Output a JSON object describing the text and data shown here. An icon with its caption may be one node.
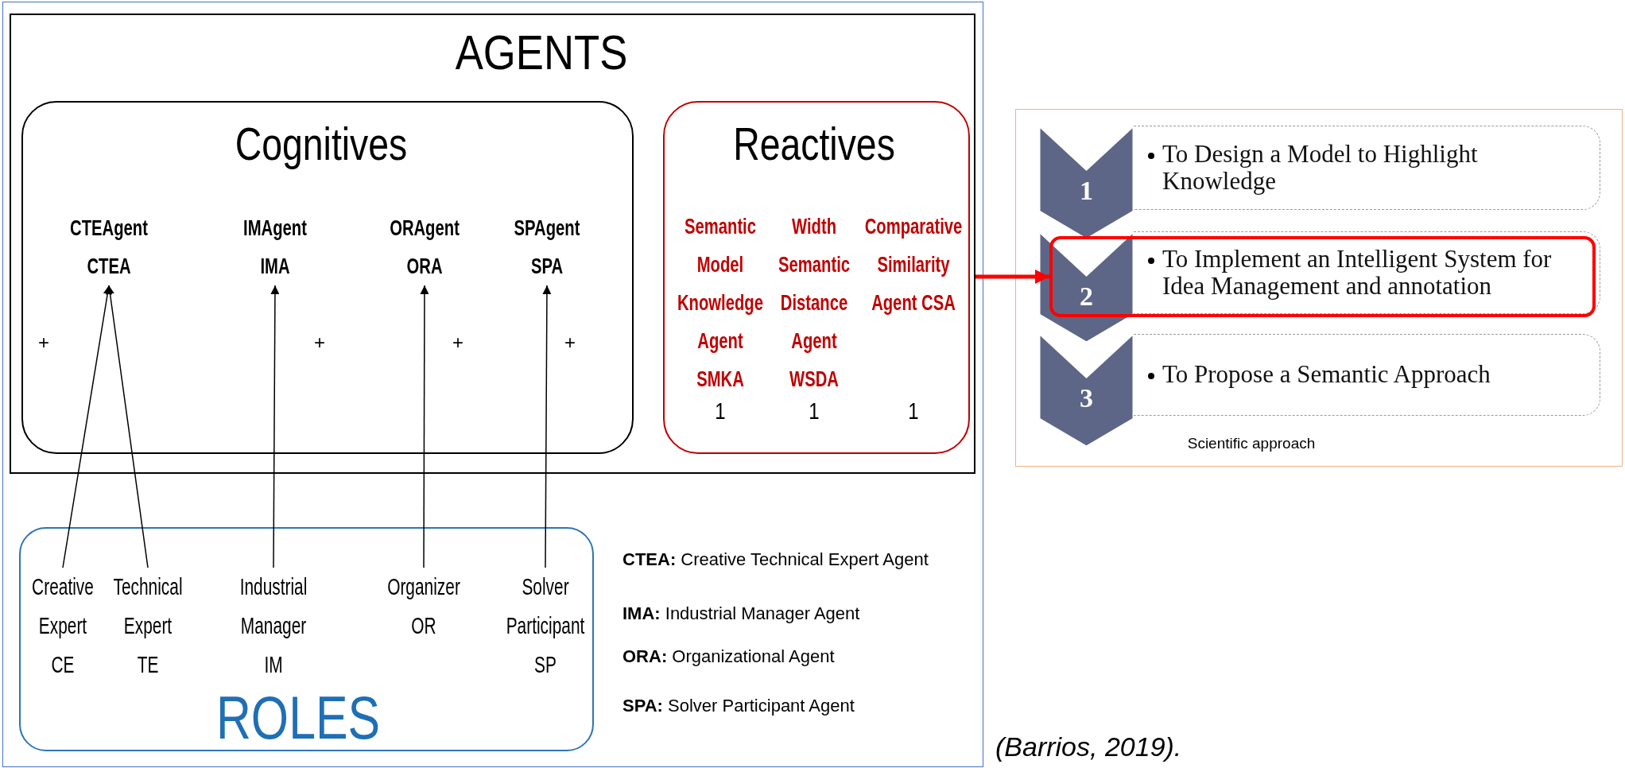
{
  "diagram": {
    "nodes": [
      {
        "text": [
          "AGENTS"
        ]
      },
      {
        "text": [
          "Cognitives"
        ],
        "in": 0
      },
      {
        "text": [
          "CTEAgent CTEA"
        ],
        "in": 1
      },
      {
        "text": [
          "IMAgent IMA"
        ],
        "in": 1
      },
      {
        "text": [
          "ORAgent ORA"
        ],
        "in": 1
      },
      {
        "text": [
          "SPAgent SPA"
        ],
        "in": 1
      },
      {
        "text": [
          "Reactives",
          "Semantic Model Knowledge Agent SMKA",
          "Width Semantic Distance Agent WSDA",
          "Comparative Similarity Agent CSA",
          "1",
          "1",
          "1"
        ],
        "in": 0
      },
      {
        "text": [
          "ROLES"
        ]
      },
      {
        "text": [
          "Creative Expert CE"
        ],
        "in": 7
      },
      {
        "text": [
          "Technical Expert TE"
        ],
        "in": 7
      },
      {
        "text": [
          "Industrial Manager IM"
        ],
        "in": 7
      },
      {
        "text": [
          "Organizer OR"
        ],
        "in": 7
      },
      {
        "text": [
          "Solver Participant SP"
        ],
        "in": 7
      },
      {
        "text": [
          "Scientific approach"
        ]
      },
      {
        "text": [
          "1"
        ],
        "in": 13
      },
      {
        "text": [
          "To Design a Model to Highlight Knowledge"
        ],
        "in": 13
      },
      {
        "text": [],
        "shape": "box",
        "in": 13
      },
      {
        "text": [
          "2"
        ],
        "in": 13
      },
      {
        "text": [
          "To Implement an Intelligent System for Idea Management and annotation"
        ],
        "in": 13
      },
      {
        "text": [
          "3"
        ],
        "in": 13
      },
      {
        "text": [
          "To Propose a Semantic Approach"
        ],
        "in": 13
      }
    ],
    "edges": [
      {
        "from": 8,
        "to": 2,
        "arrow": "to"
      },
      {
        "from": 9,
        "to": 2,
        "arrow": "to"
      },
      {
        "from": 10,
        "to": 3,
        "arrow": "to"
      },
      {
        "from": 11,
        "to": 4,
        "arrow": "to"
      },
      {
        "from": 12,
        "to": 5,
        "arrow": "to"
      },
      {
        "from": 0,
        "to": 16,
        "arrow": "to",
        "style": "thick",
        "color": "#ff0000"
      }
    ],
    "labels": [
      "+",
      "+",
      "+",
      "+",
      "**CTEA:** Creative Technical Expert Agent",
      "**IMA:** Industrial Manager Agent",
      "**ORA:** Organizational Agent",
      "**SPA:** Solver Participant Agent",
      "(Barrios, 2019)."
    ]
  }
}
